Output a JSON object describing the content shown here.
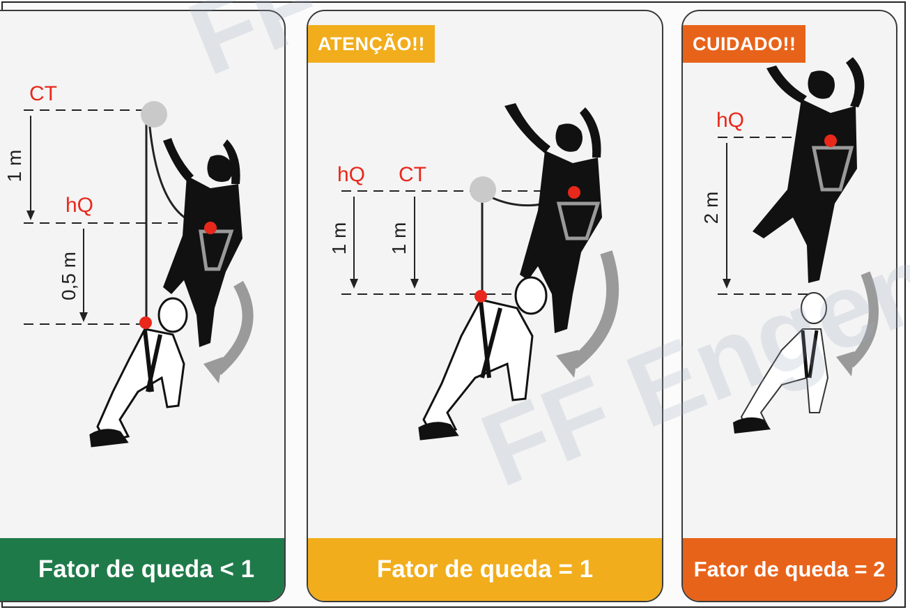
{
  "colors": {
    "green": "#1f7a4a",
    "yellow": "#f1ad1c",
    "orange": "#e8631a",
    "red_label": "#e8281b",
    "anchor_gray": "#c9c9c9",
    "harness_gray": "#9a9a9a"
  },
  "panels": [
    {
      "footer": "Fator de queda < 1",
      "labels": {
        "ct": "CT",
        "hq": "hQ"
      },
      "dims": {
        "upper": "1 m",
        "lower": "0,5 m"
      }
    },
    {
      "tag": "ATENÇÃO!!",
      "footer": "Fator de queda = 1",
      "labels": {
        "hq": "hQ",
        "ct": "CT"
      },
      "dims": {
        "left": "1 m",
        "right": "1 m"
      }
    },
    {
      "tag": "CUIDADO!!",
      "footer": "Fator de queda = 2",
      "labels": {
        "hq": "hQ"
      },
      "dims": {
        "main": "2 m"
      }
    }
  ],
  "watermark": {
    "top": "FF",
    "middle": "FF Engenh"
  }
}
